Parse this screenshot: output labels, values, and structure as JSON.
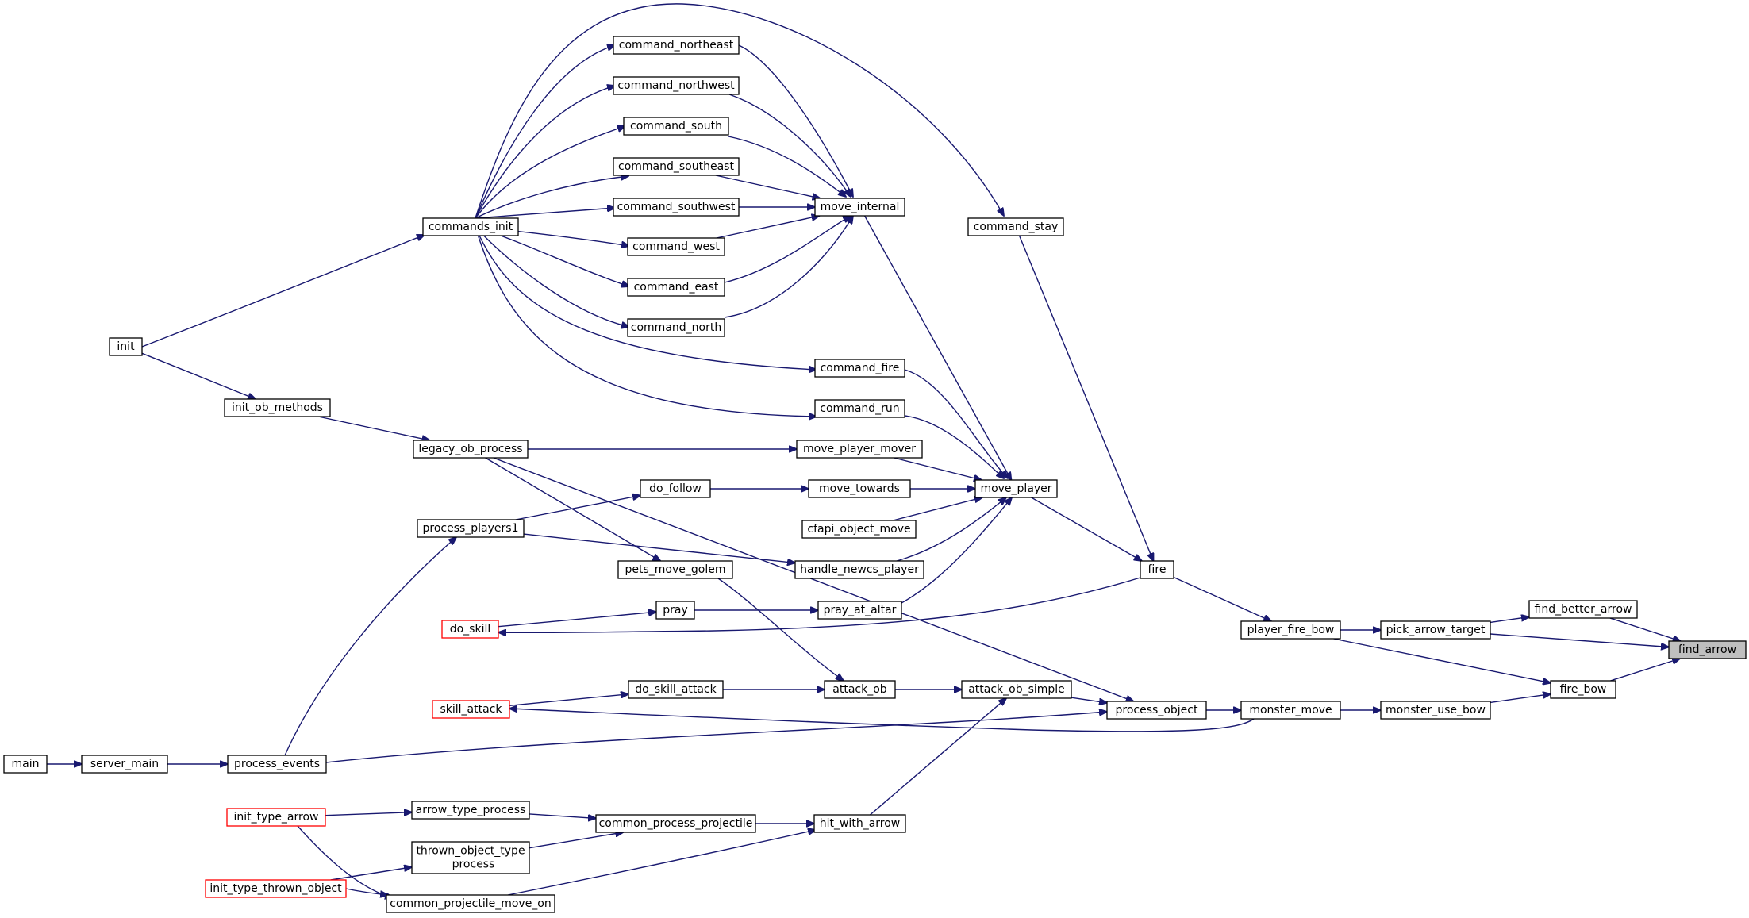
{
  "graph": {
    "title": "",
    "edge_color": "#191970",
    "truncated_border_color": "#ff0000",
    "highlight_fill": "#bfbfbf",
    "nodes": [
      {
        "id": "find_arrow",
        "label": "find_arrow",
        "highlight": true
      },
      {
        "id": "find_better_arrow",
        "label": "find_better_arrow"
      },
      {
        "id": "pick_arrow_target",
        "label": "pick_arrow_target"
      },
      {
        "id": "fire_bow",
        "label": "fire_bow"
      },
      {
        "id": "player_fire_bow",
        "label": "player_fire_bow"
      },
      {
        "id": "monster_use_bow",
        "label": "monster_use_bow"
      },
      {
        "id": "monster_move",
        "label": "monster_move"
      },
      {
        "id": "fire",
        "label": "fire"
      },
      {
        "id": "process_object",
        "label": "process_object"
      },
      {
        "id": "attack_ob_simple",
        "label": "attack_ob_simple"
      },
      {
        "id": "command_stay",
        "label": "command_stay"
      },
      {
        "id": "move_player",
        "label": "move_player"
      },
      {
        "id": "move_internal",
        "label": "move_internal"
      },
      {
        "id": "command_northeast",
        "label": "command_northeast"
      },
      {
        "id": "command_northwest",
        "label": "command_northwest"
      },
      {
        "id": "command_south",
        "label": "command_south"
      },
      {
        "id": "command_southeast",
        "label": "command_southeast"
      },
      {
        "id": "command_southwest",
        "label": "command_southwest"
      },
      {
        "id": "command_west",
        "label": "command_west"
      },
      {
        "id": "command_east",
        "label": "command_east"
      },
      {
        "id": "command_north",
        "label": "command_north"
      },
      {
        "id": "command_fire",
        "label": "command_fire"
      },
      {
        "id": "command_run",
        "label": "command_run"
      },
      {
        "id": "move_player_mover",
        "label": "move_player_mover"
      },
      {
        "id": "move_towards",
        "label": "move_towards"
      },
      {
        "id": "cfapi_object_move",
        "label": "cfapi_object_move"
      },
      {
        "id": "handle_newcs_player",
        "label": "handle_newcs_player"
      },
      {
        "id": "pray_at_altar",
        "label": "pray_at_altar"
      },
      {
        "id": "attack_ob",
        "label": "attack_ob"
      },
      {
        "id": "hit_with_arrow",
        "label": "hit_with_arrow"
      },
      {
        "id": "commands_init",
        "label": "commands_init"
      },
      {
        "id": "do_follow",
        "label": "do_follow"
      },
      {
        "id": "pray",
        "label": "pray"
      },
      {
        "id": "do_skill_attack",
        "label": "do_skill_attack"
      },
      {
        "id": "pets_move_golem",
        "label": "pets_move_golem"
      },
      {
        "id": "legacy_ob_process",
        "label": "legacy_ob_process"
      },
      {
        "id": "process_players1",
        "label": "process_players1"
      },
      {
        "id": "do_skill",
        "label": "do_skill",
        "truncated": true
      },
      {
        "id": "skill_attack",
        "label": "skill_attack",
        "truncated": true
      },
      {
        "id": "common_process_projectile",
        "label": "common_process_projectile"
      },
      {
        "id": "arrow_type_process",
        "label": "arrow_type_process"
      },
      {
        "id": "thrown_object_type_process",
        "label": "thrown_object_type\n_process"
      },
      {
        "id": "common_projectile_move_on",
        "label": "common_projectile_move_on"
      },
      {
        "id": "init_type_arrow",
        "label": "init_type_arrow",
        "truncated": true
      },
      {
        "id": "init_type_thrown_object",
        "label": "init_type_thrown_object",
        "truncated": true
      },
      {
        "id": "init",
        "label": "init"
      },
      {
        "id": "init_ob_methods",
        "label": "init_ob_methods"
      },
      {
        "id": "process_events",
        "label": "process_events"
      },
      {
        "id": "server_main",
        "label": "server_main"
      },
      {
        "id": "main",
        "label": "main"
      }
    ],
    "edges": [
      [
        "find_better_arrow",
        "find_arrow"
      ],
      [
        "pick_arrow_target",
        "find_arrow"
      ],
      [
        "fire_bow",
        "find_arrow"
      ],
      [
        "pick_arrow_target",
        "find_better_arrow"
      ],
      [
        "player_fire_bow",
        "pick_arrow_target"
      ],
      [
        "player_fire_bow",
        "fire_bow"
      ],
      [
        "monster_use_bow",
        "fire_bow"
      ],
      [
        "fire",
        "player_fire_bow"
      ],
      [
        "monster_move",
        "monster_use_bow"
      ],
      [
        "process_object",
        "monster_move"
      ],
      [
        "command_stay",
        "fire"
      ],
      [
        "move_player",
        "fire"
      ],
      [
        "commands_init",
        "command_stay"
      ],
      [
        "move_internal",
        "move_player"
      ],
      [
        "command_fire",
        "move_player"
      ],
      [
        "command_run",
        "move_player"
      ],
      [
        "move_player_mover",
        "move_player"
      ],
      [
        "move_towards",
        "move_player"
      ],
      [
        "cfapi_object_move",
        "move_player"
      ],
      [
        "handle_newcs_player",
        "move_player"
      ],
      [
        "pray_at_altar",
        "move_player"
      ],
      [
        "command_northeast",
        "move_internal"
      ],
      [
        "command_northwest",
        "move_internal"
      ],
      [
        "command_south",
        "move_internal"
      ],
      [
        "command_southeast",
        "move_internal"
      ],
      [
        "command_southwest",
        "move_internal"
      ],
      [
        "command_west",
        "move_internal"
      ],
      [
        "command_east",
        "move_internal"
      ],
      [
        "command_north",
        "move_internal"
      ],
      [
        "commands_init",
        "command_northeast"
      ],
      [
        "commands_init",
        "command_northwest"
      ],
      [
        "commands_init",
        "command_south"
      ],
      [
        "commands_init",
        "command_southeast"
      ],
      [
        "commands_init",
        "command_southwest"
      ],
      [
        "commands_init",
        "command_west"
      ],
      [
        "commands_init",
        "command_east"
      ],
      [
        "commands_init",
        "command_north"
      ],
      [
        "commands_init",
        "command_fire"
      ],
      [
        "commands_init",
        "command_run"
      ],
      [
        "init",
        "commands_init"
      ],
      [
        "legacy_ob_process",
        "move_player_mover"
      ],
      [
        "do_follow",
        "move_towards"
      ],
      [
        "process_players1",
        "do_follow"
      ],
      [
        "process_players1",
        "handle_newcs_player"
      ],
      [
        "pray",
        "pray_at_altar"
      ],
      [
        "do_skill",
        "pray"
      ],
      [
        "fire",
        "do_skill"
      ],
      [
        "attack_ob_simple",
        "process_object"
      ],
      [
        "legacy_ob_process",
        "process_object"
      ],
      [
        "process_events",
        "process_object"
      ],
      [
        "attack_ob",
        "attack_ob_simple"
      ],
      [
        "hit_with_arrow",
        "attack_ob_simple"
      ],
      [
        "do_skill_attack",
        "attack_ob"
      ],
      [
        "pets_move_golem",
        "attack_ob"
      ],
      [
        "legacy_ob_process",
        "pets_move_golem"
      ],
      [
        "skill_attack",
        "do_skill_attack"
      ],
      [
        "monster_move",
        "skill_attack"
      ],
      [
        "common_process_projectile",
        "hit_with_arrow"
      ],
      [
        "common_projectile_move_on",
        "hit_with_arrow"
      ],
      [
        "arrow_type_process",
        "common_process_projectile"
      ],
      [
        "thrown_object_type_process",
        "common_process_projectile"
      ],
      [
        "init_type_arrow",
        "arrow_type_process"
      ],
      [
        "init_type_thrown_object",
        "thrown_object_type_process"
      ],
      [
        "init_type_arrow",
        "common_projectile_move_on"
      ],
      [
        "init_type_thrown_object",
        "common_projectile_move_on"
      ],
      [
        "init_ob_methods",
        "legacy_ob_process"
      ],
      [
        "init",
        "init_ob_methods"
      ],
      [
        "process_events",
        "process_players1"
      ],
      [
        "server_main",
        "process_events"
      ],
      [
        "main",
        "server_main"
      ]
    ]
  }
}
